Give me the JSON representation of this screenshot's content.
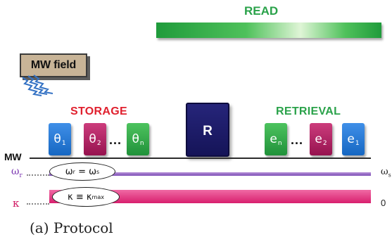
{
  "read": {
    "label": "READ"
  },
  "mw_field": {
    "label": "MW field"
  },
  "storage": {
    "label": "STORAGE",
    "pulses": [
      {
        "symbol": "θ",
        "index": "1",
        "color": "blue"
      },
      {
        "symbol": "θ",
        "index": "2",
        "color": "magenta"
      },
      {
        "symbol": "θ",
        "index": "n",
        "color": "green"
      }
    ],
    "ellipsis": "..."
  },
  "r_pulse": {
    "label": "R"
  },
  "retrieval": {
    "label": "RETRIEVAL",
    "pulses": [
      {
        "symbol": "e",
        "index": "n",
        "color": "green"
      },
      {
        "symbol": "e",
        "index": "2",
        "color": "magenta"
      },
      {
        "symbol": "e",
        "index": "1",
        "color": "blue"
      }
    ],
    "ellipsis": "..."
  },
  "lines": {
    "mw": {
      "label": "MW"
    },
    "omega": {
      "symbol": "ω",
      "sub": "r",
      "end_symbol": "ω",
      "end_sub": "s"
    },
    "kappa": {
      "symbol": "κ",
      "end_value": "0"
    }
  },
  "conditions": {
    "omega": {
      "left": "ω",
      "left_sub": "r",
      "op": " = ",
      "right": "ω",
      "right_sub": "s"
    },
    "kappa": {
      "left": "κ",
      "op": " ≡ ",
      "right": "κ",
      "right_sub": "max"
    }
  },
  "caption": "(a) Protocol",
  "colors": {
    "read_green": "#2aa24a",
    "storage_red": "#e0202e",
    "pulse_blue": "#1667c2",
    "pulse_magenta": "#96124f",
    "pulse_green": "#20913a",
    "r_pulse_navy": "#151458",
    "omega_purple": "#7d4fb6",
    "kappa_pink": "#d81f6e",
    "mw_box_tan": "#c8b497"
  }
}
